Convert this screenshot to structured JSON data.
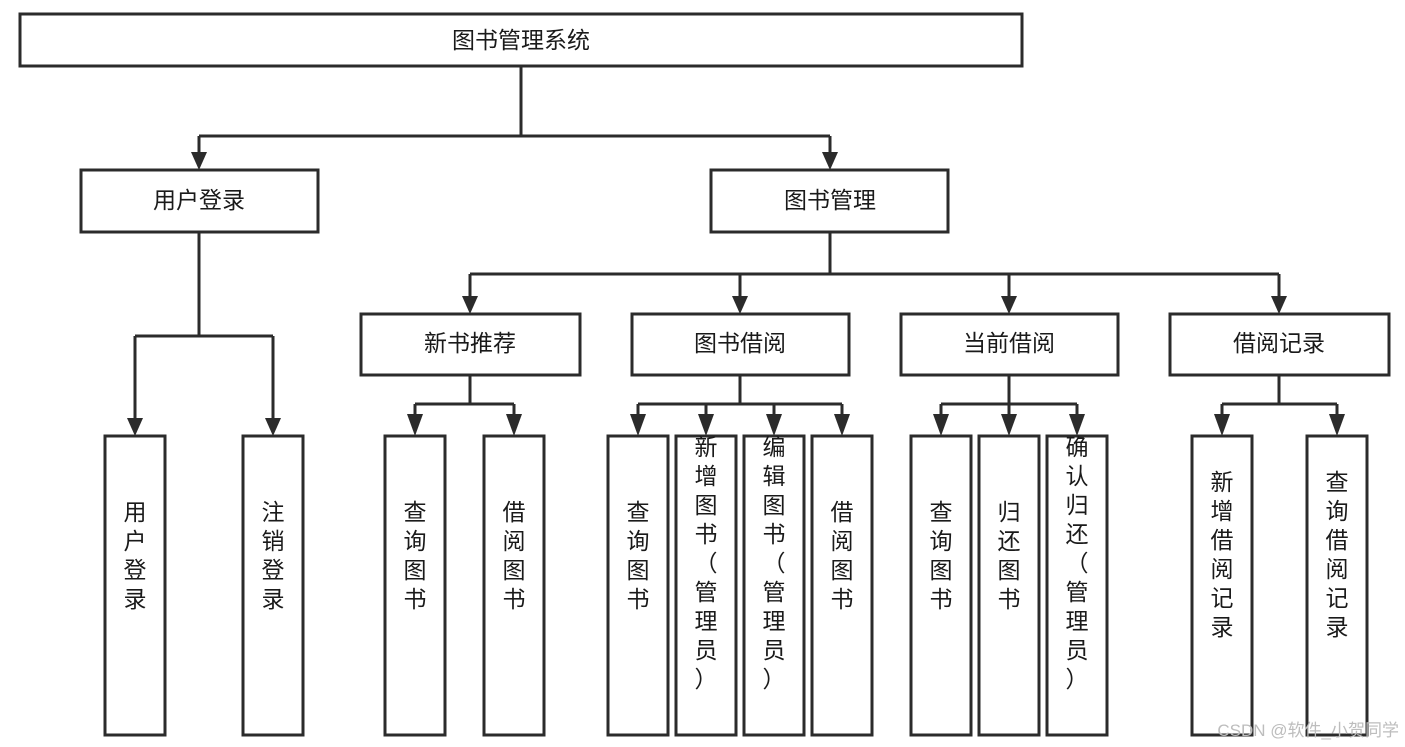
{
  "diagram": {
    "type": "tree",
    "title": "图书管理系统",
    "orientation": "top-down",
    "colors": {
      "box_stroke": "#2b2b2b",
      "box_fill": "#ffffff",
      "edge": "#2b2b2b",
      "text": "#1a1a1a",
      "watermark": "#bdbdbd",
      "background": "#ffffff"
    },
    "root": {
      "label": "图书管理系统"
    },
    "level2": {
      "user_login": {
        "label": "用户登录"
      },
      "book_manage": {
        "label": "图书管理"
      }
    },
    "level3": {
      "new_book_recommend": {
        "label": "新书推荐"
      },
      "book_borrow": {
        "label": "图书借阅"
      },
      "current_borrow": {
        "label": "当前借阅"
      },
      "borrow_record": {
        "label": "借阅记录"
      }
    },
    "leaves": {
      "user_login": [
        {
          "label": "用户登录"
        },
        {
          "label": "注销登录"
        }
      ],
      "new_book_recommend": [
        {
          "label": "查询图书"
        },
        {
          "label": "借阅图书"
        }
      ],
      "book_borrow": [
        {
          "label": "查询图书"
        },
        {
          "label": "新增图书（管理员）"
        },
        {
          "label": "编辑图书（管理员）"
        },
        {
          "label": "借阅图书"
        }
      ],
      "current_borrow": [
        {
          "label": "查询图书"
        },
        {
          "label": "归还图书"
        },
        {
          "label": "确认归还（管理员）"
        }
      ],
      "borrow_record": [
        {
          "label": "新增借阅记录"
        },
        {
          "label": "查询借阅记录"
        }
      ]
    }
  },
  "watermark": {
    "text": "CSDN @软件_小贺同学"
  }
}
